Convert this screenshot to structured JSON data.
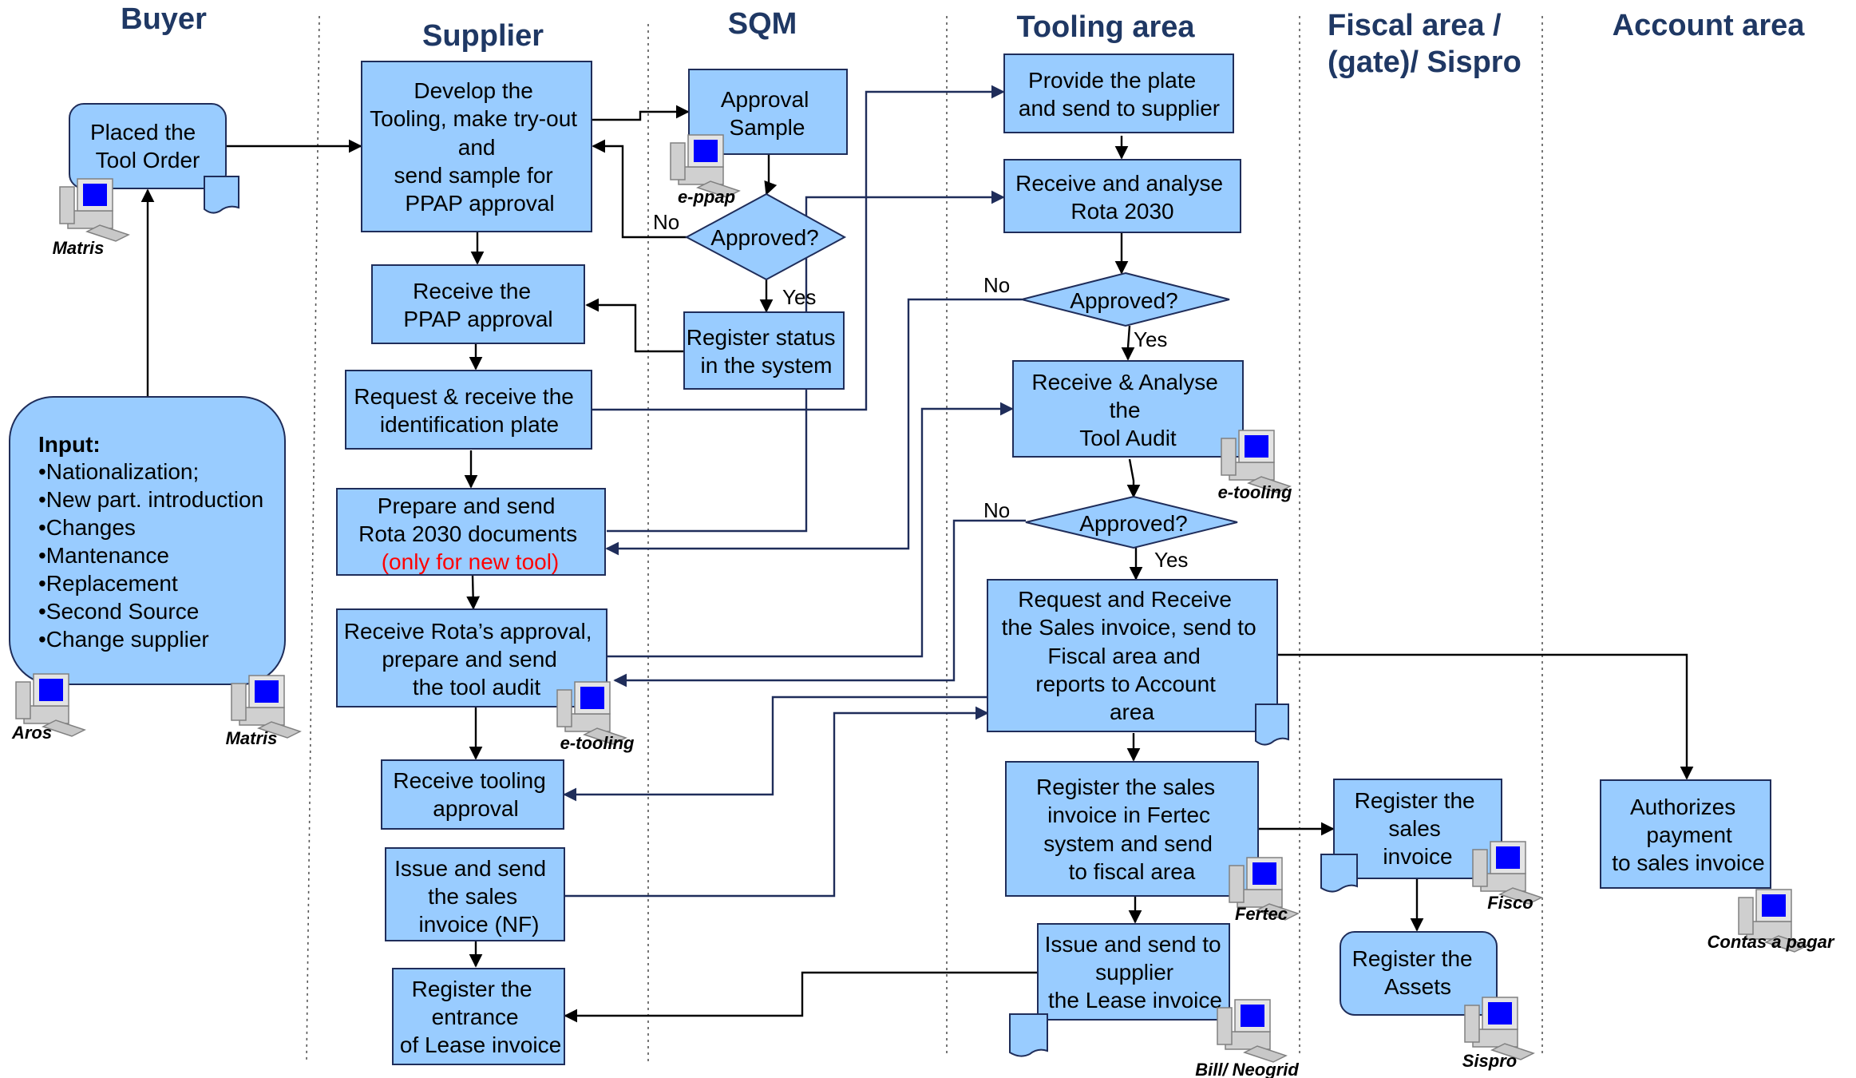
{
  "lanes": {
    "buyer": "Buyer",
    "supplier": "Supplier",
    "sqm": "SQM",
    "tooling": "Tooling area",
    "fiscal_line1": "Fiscal area /",
    "fiscal_line2": "(gate)/ Sispro",
    "account": "Account area"
  },
  "boxes": {
    "placed_order": [
      "Placed the",
      "Tool Order"
    ],
    "input_title": "Input:",
    "input_items": [
      "•Nationalization;",
      "•New part. introduction",
      "•Changes",
      "•Mantenance",
      "•Replacement",
      "•Second Source",
      "•Change supplier"
    ],
    "develop_tooling": [
      "Develop the",
      "Tooling, make try-out",
      "and",
      "send sample for",
      "PPAP approval"
    ],
    "receive_ppap": [
      "Receive the",
      "PPAP approval"
    ],
    "request_plate": [
      "Request & receive the",
      "identification plate"
    ],
    "prepare_rota": [
      "Prepare and send",
      "Rota 2030 documents"
    ],
    "prepare_rota_note": "(only for new tool)",
    "receive_rota": [
      "Receive Rota’s approval,",
      "prepare and send",
      "the tool audit"
    ],
    "receive_tooling_approval": [
      "Receive tooling",
      "approval"
    ],
    "issue_invoice": [
      "Issue and send",
      "the sales",
      "invoice (NF)"
    ],
    "register_lease": [
      "Register the",
      "entrance",
      "of Lease invoice"
    ],
    "approval_sample": [
      "Approval",
      "Sample"
    ],
    "approved_sqm": "Approved?",
    "register_status": [
      "Register status",
      "in the system"
    ],
    "provide_plate": [
      "Provide the plate",
      "and send to supplier"
    ],
    "receive_rota_tooling": [
      "Receive and analyse",
      "Rota 2030"
    ],
    "approved_rota": "Approved?",
    "receive_audit": [
      "Receive & Analyse",
      "the",
      "Tool Audit"
    ],
    "approved_audit": "Approved?",
    "request_sales_invoice": [
      "Request and Receive",
      "the Sales  invoice, send to",
      "Fiscal area and",
      "reports to Account",
      "area"
    ],
    "register_fertec": [
      "Register the sales",
      "invoice in Fertec",
      "system and send",
      "to fiscal area"
    ],
    "issue_lease": [
      "Issue and send to",
      "supplier",
      "the Lease invoice"
    ],
    "register_sales_invoice": [
      "Register the",
      "sales",
      "invoice"
    ],
    "register_assets": [
      "Register the",
      "Assets"
    ],
    "authorizes_payment": [
      "Authorizes",
      "payment",
      "to sales invoice"
    ]
  },
  "labels": {
    "no": "No",
    "yes": "Yes"
  },
  "systems": {
    "matris_buyer": "Matris",
    "aros": "Aros",
    "matris_input": "Matris",
    "eppap": "e-ppap",
    "etooling_supplier": "e-tooling",
    "etooling_tooling": "e-tooling",
    "fertec": "Fertec",
    "bill": "Bill/ Neogrid",
    "fisco": "Fisco",
    "sispro": "Sispro",
    "contas": "Contas a pagar"
  },
  "colors": {
    "box_fill": "#99ccff",
    "box_stroke": "#1f2d5a",
    "lane_title": "#1f3864",
    "note_red": "#ff0000"
  }
}
